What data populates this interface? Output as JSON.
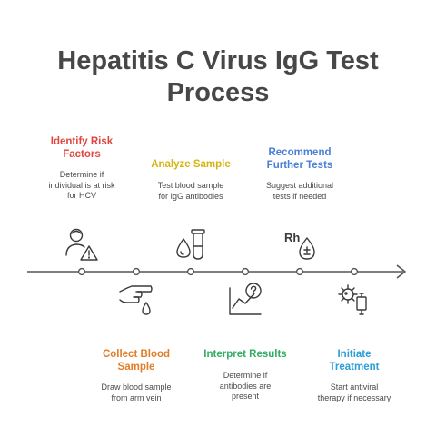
{
  "title_line1": "Hepatitis C Virus IgG Test",
  "title_line2": "Process",
  "colors": {
    "red": "#e0453f",
    "yellow": "#d4b30f",
    "blue": "#4b7fd6",
    "orange": "#e07d26",
    "green": "#33ad62",
    "cyan": "#2a9fd8",
    "line": "#555555"
  },
  "steps": [
    {
      "title_l1": "Identify Risk",
      "title_l2": "Factors",
      "desc_l1": "Determine if",
      "desc_l2": "individual is at risk",
      "desc_l3": "for HCV",
      "icon": "person-warning-icon"
    },
    {
      "title_l1": "Collect Blood",
      "title_l2": "Sample",
      "desc_l1": "Draw blood sample",
      "desc_l2": "from arm vein",
      "icon": "pointing-hand-drop-icon"
    },
    {
      "title_l1": "Analyze Sample",
      "desc_l1": "Test blood sample",
      "desc_l2": "for IgG antibodies",
      "icon": "drop-test-tube-icon"
    },
    {
      "title_l1": "Interpret Results",
      "desc_l1": "Determine if",
      "desc_l2": "antibodies are",
      "desc_l3": "present",
      "icon": "chart-question-icon"
    },
    {
      "title_l1": "Recommend",
      "title_l2": "Further Tests",
      "desc_l1": "Suggest additional",
      "desc_l2": "tests if needed",
      "icon": "rh-factor-icon"
    },
    {
      "title_l1": "Initiate",
      "title_l2": "Treatment",
      "desc_l1": "Start antiviral",
      "desc_l2": "therapy if necessary",
      "icon": "virus-vial-icon"
    }
  ],
  "rh_label": "Rh"
}
